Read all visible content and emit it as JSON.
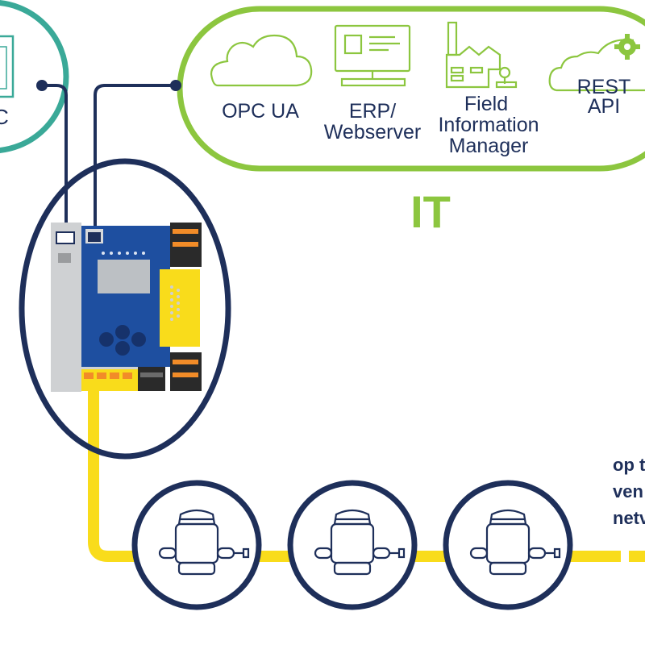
{
  "left_node": {
    "label": "C"
  },
  "it_group": {
    "heading": "IT",
    "items": [
      {
        "icon": "cloud-icon",
        "lines": [
          "OPC UA"
        ]
      },
      {
        "icon": "monitor-icon",
        "lines": [
          "ERP/",
          "Webserver"
        ]
      },
      {
        "icon": "factory-icon",
        "lines": [
          "Field",
          "Information",
          "Manager"
        ]
      },
      {
        "icon": "cloud-gear-icon",
        "lines": [
          "REST",
          "API"
        ]
      }
    ]
  },
  "note_lines": [
    "op t",
    "ven",
    "netv"
  ],
  "devices": [
    {
      "icon": "field-device-icon"
    },
    {
      "icon": "field-device-icon"
    },
    {
      "icon": "field-device-icon"
    }
  ],
  "colors": {
    "navy": "#1e2f5a",
    "teal": "#3aa998",
    "lime": "#8cc63f",
    "yellow": "#f9dc1b",
    "blue_panel": "#1e4fa0",
    "grey": "#cfd1d3"
  }
}
